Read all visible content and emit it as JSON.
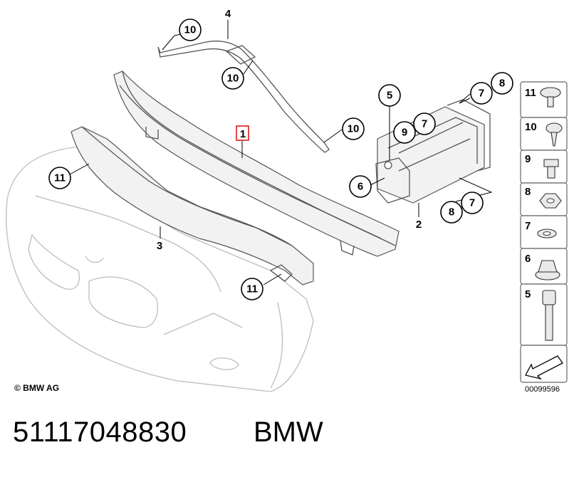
{
  "part_number": "51117048830",
  "brand": "BMW",
  "copyright": "© BMW AG",
  "reference_code": "00099596",
  "highlighted_part": "1",
  "part_labels": [
    "4",
    "1",
    "3",
    "2"
  ],
  "callouts": [
    "10",
    "10",
    "10",
    "5",
    "7",
    "8",
    "7",
    "9",
    "6",
    "8",
    "7",
    "11",
    "11"
  ],
  "hardware_panel": [
    "11",
    "10",
    "9",
    "8",
    "7",
    "6",
    "5"
  ],
  "colors": {
    "highlight": "#e01b1b",
    "line": "#000000",
    "outline": "#bdbdbd"
  }
}
